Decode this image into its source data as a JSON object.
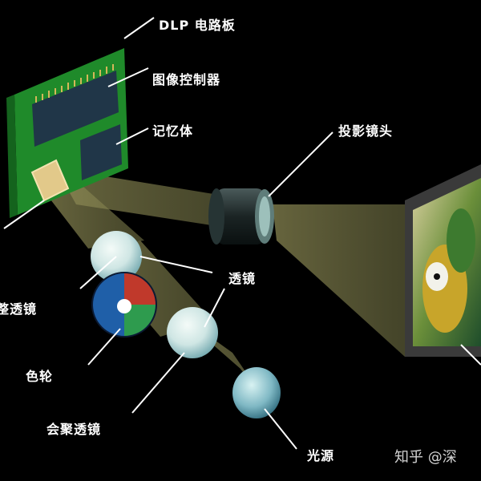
{
  "labels": {
    "dlp_board": "DLP 电路板",
    "image_controller": "图像控制器",
    "memory": "记忆体",
    "projection_lens": "投影镜头",
    "shaping_lens": "修整透镜",
    "lens": "透镜",
    "color_wheel": "色轮",
    "condenser_lens": "会聚透镜",
    "light_source": "光源"
  },
  "watermark": "知乎 @深",
  "colors": {
    "board": "#1f8a2a",
    "chip": "#203648",
    "beam": "#8e8b55",
    "lens_glass": "#cfe6e4",
    "wheel_blue": "#1f5fa8",
    "wheel_red": "#c0392b",
    "wheel_green": "#2e9b4e"
  }
}
